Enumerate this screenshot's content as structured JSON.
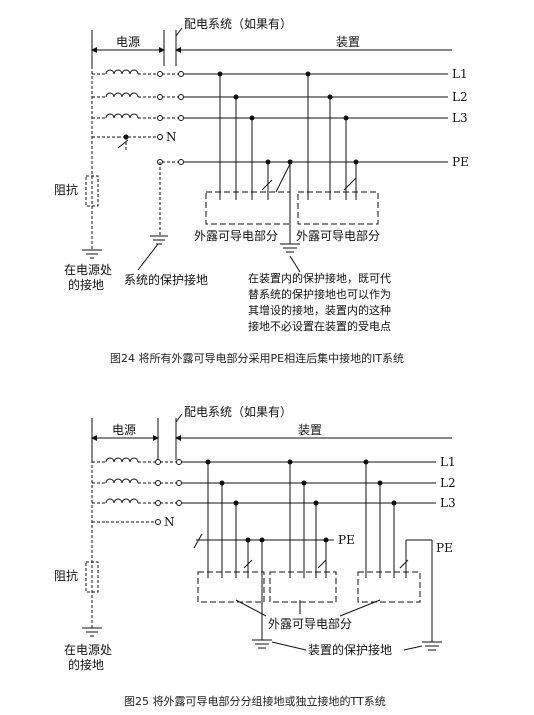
{
  "fig24": {
    "source_label": "电源",
    "distribution_label": "配电系统（如果有）",
    "equipment_label": "装置",
    "lines": [
      "L1",
      "L2",
      "L3"
    ],
    "neutral": "N",
    "pe": "PE",
    "impedance": "阻抗",
    "source_earth": [
      "在电源处",
      "的接地"
    ],
    "system_earth": "系统的保护接地",
    "exposed_parts": "外露可导电部分",
    "note": [
      "在装置内的保护接地，既可代",
      "替系统的保护接地也可以作为",
      "其增设的接地，装置内的这种",
      "接地不必设置在装置的受电点"
    ],
    "caption": "图24 将所有外露可导电部分采用PE相连后集中接地的IT系统"
  },
  "fig25": {
    "source_label": "电源",
    "distribution_label": "配电系统（如果有）",
    "equipment_label": "装置",
    "lines": [
      "L1",
      "L2",
      "L3"
    ],
    "neutral": "N",
    "pe_1": "PE",
    "pe_2": "PE",
    "impedance": "阻抗",
    "source_earth": [
      "在电源处",
      "的接地"
    ],
    "exposed_parts": "外露可导电部分",
    "equipment_earth": "装置的保护接地",
    "caption": "图25 将外露可导电部分分组接地或独立接地的TT系统"
  }
}
